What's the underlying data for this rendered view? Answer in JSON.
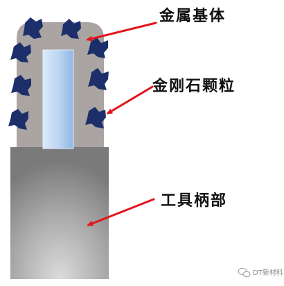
{
  "labels": {
    "matrix": "金属基体",
    "diamond": "金刚石颗粒",
    "shank": "工具柄部"
  },
  "watermark": {
    "text": "DT新材料",
    "icon": "wechat-icon"
  },
  "colors": {
    "arrow": "#e3141b",
    "diamond": "#1d2f6b",
    "matrix": "#aaa4a2",
    "core_light": "#dbeafb",
    "core_dark": "#8fb7e6",
    "shank_dark": "#7d7d7d",
    "shank_light": "#d6d6d6"
  }
}
